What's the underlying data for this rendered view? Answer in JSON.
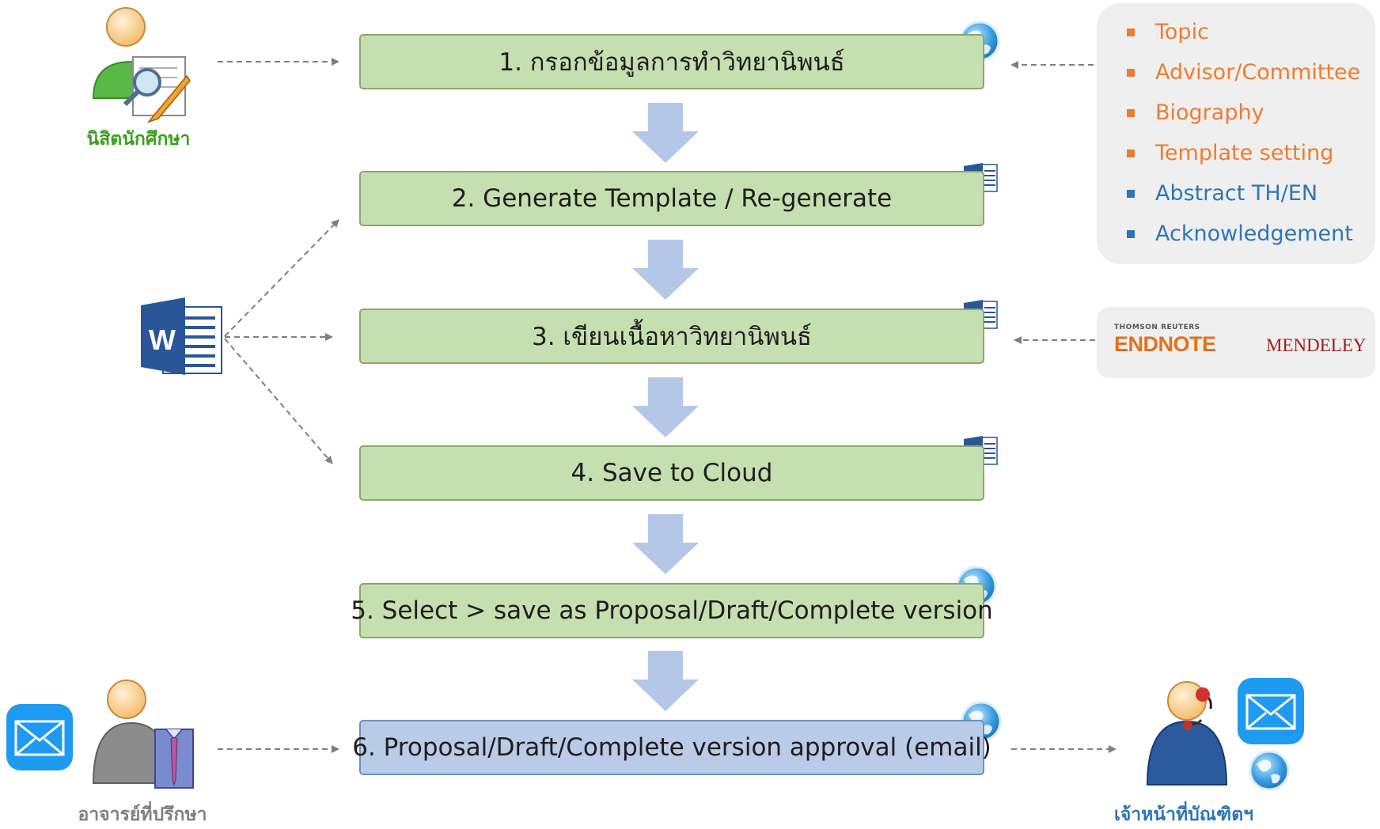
{
  "actors": {
    "student": "นิสิตนักศึกษา",
    "advisor": "อาจารย์ที่ปรึกษา",
    "staff": "เจ้าหน้าที่บัณฑิตฯ"
  },
  "steps": [
    {
      "label": "1. กรอกข้อมูลการทำวิทยานิพนธ์",
      "icon": "globe-icon"
    },
    {
      "label": "2. Generate Template / Re-generate",
      "icon": "word-icon"
    },
    {
      "label": "3. เขียนเนื้อหาวิทยานิพนธ์",
      "icon": "word-icon"
    },
    {
      "label": "4. Save to Cloud",
      "icon": "word-icon"
    },
    {
      "label": "5. Select > save as Proposal/Draft/Complete version",
      "icon": "globe-icon"
    },
    {
      "label": "6. Proposal/Draft/Complete version approval (email)",
      "icon": "globe-icon"
    }
  ],
  "info_items": [
    {
      "label": "Topic",
      "color": "#ED7D31"
    },
    {
      "label": "Advisor/Committee",
      "color": "#ED7D31"
    },
    {
      "label": "Biography",
      "color": "#ED7D31"
    },
    {
      "label": "Template setting",
      "color": "#ED7D31"
    },
    {
      "label": "Abstract TH/EN",
      "color": "#2E75B6"
    },
    {
      "label": "Acknowledgement",
      "color": "#2E75B6"
    }
  ],
  "references": {
    "brand_small": "THOMSON REUTERS",
    "endnote": "ENDNOTE",
    "mendeley": "MENDELEY"
  },
  "colors": {
    "step_fill": "#C6DFB0",
    "final_step_fill": "#B9CBE6",
    "flow_arrow": "#B4C7E7",
    "student_label": "#3A9E1E",
    "advisor_label": "#7F7F7F",
    "staff_label": "#2E75B6"
  }
}
